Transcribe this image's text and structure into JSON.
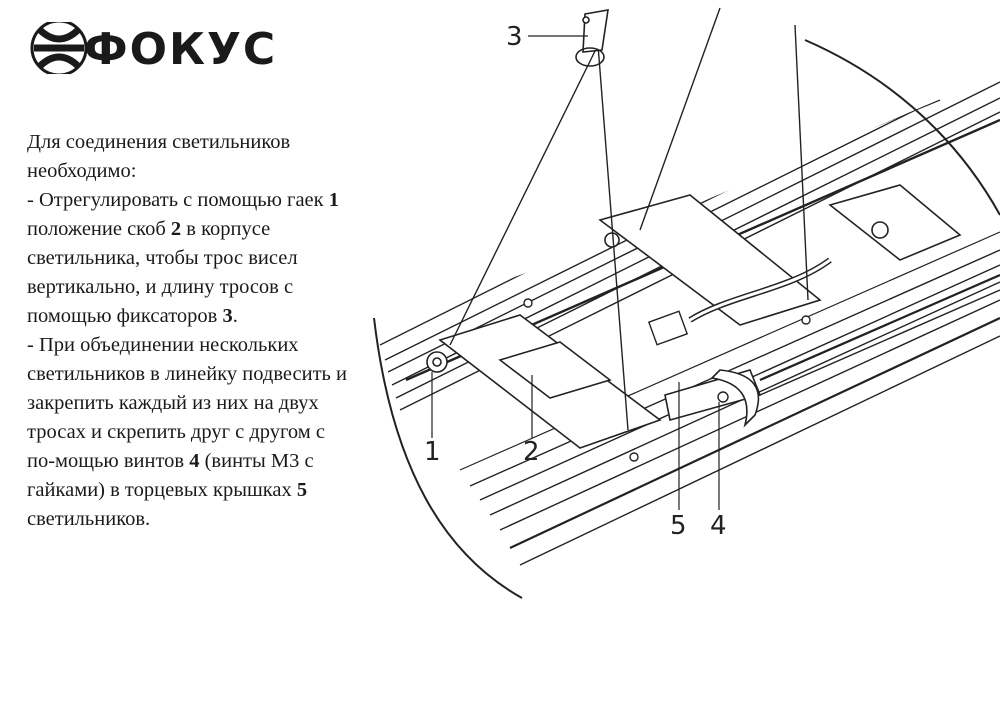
{
  "brand": {
    "name": "ФОКУС"
  },
  "instructions": {
    "intro": "Для соединения светильников необходимо:",
    "step1": {
      "t1": "- Отрегулировать с помощью гаек ",
      "n1": "1",
      "t2": " положение скоб ",
      "n2": "2",
      "t3": " в корпусе светильника, чтобы трос висел вертикально, и длину тросов с помощью фиксаторов ",
      "n3": "3",
      "t4": "."
    },
    "step2": {
      "t1": "- При объединении нескольких светильников в линейку подвесить и закрепить каждый из них на двух тросах и скрепить друг с другом с по-мощью винтов ",
      "n4": "4",
      "t2": " (винты М3 с гайками) в торцевых крышках ",
      "n5": "5",
      "t3": " светильников."
    }
  },
  "diagram": {
    "callouts": [
      "3",
      "1",
      "2",
      "5",
      "4"
    ]
  }
}
